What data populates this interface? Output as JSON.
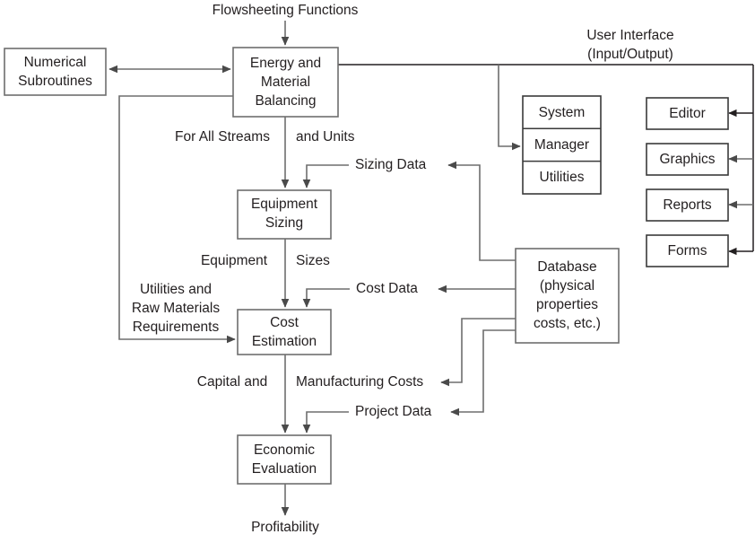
{
  "diagram": {
    "title": "Flowsheeting Functions process and user interface block diagram",
    "colors": {
      "background": "#ffffff",
      "box_stroke": "#6e6e6e",
      "box_stroke_dark": "#3a3a3a",
      "connector": "#6e6e6e",
      "connector_dark": "#231f20",
      "text": "#231f20"
    },
    "headings": {
      "top_label": "Flowsheeting Functions",
      "user_interface_line1": "User Interface",
      "user_interface_line2": "(Input/Output)"
    },
    "boxes": {
      "numerical_subroutines": {
        "line1": "Numerical",
        "line2": "Subroutines"
      },
      "energy_material_balancing": {
        "line1": "Energy and",
        "line2": "Material",
        "line3": "Balancing"
      },
      "equipment_sizing": {
        "line1": "Equipment",
        "line2": "Sizing"
      },
      "cost_estimation": {
        "line1": "Cost",
        "line2": "Estimation"
      },
      "economic_evaluation": {
        "line1": "Economic",
        "line2": "Evaluation"
      },
      "database": {
        "line1": "Database",
        "line2": "(physical",
        "line3": "properties",
        "line4": "costs, etc.)"
      },
      "system_manager_utilities": {
        "cell1": "System",
        "cell2": "Manager",
        "cell3": "Utilities"
      },
      "editor": {
        "label": "Editor"
      },
      "graphics": {
        "label": "Graphics"
      },
      "reports": {
        "label": "Reports"
      },
      "forms": {
        "label": "Forms"
      }
    },
    "edge_labels": {
      "for_all_streams": "For All Streams",
      "and_units": "and Units",
      "sizing_data": "Sizing Data",
      "equipment": "Equipment",
      "sizes": "Sizes",
      "cost_data": "Cost Data",
      "utilities_raw_1": "Utilities and",
      "utilities_raw_2": "Raw Materials",
      "utilities_raw_3": "Requirements",
      "capital_and": "Capital and",
      "manufacturing_costs": "Manufacturing Costs",
      "project_data": "Project Data",
      "profitability": "Profitability"
    }
  }
}
